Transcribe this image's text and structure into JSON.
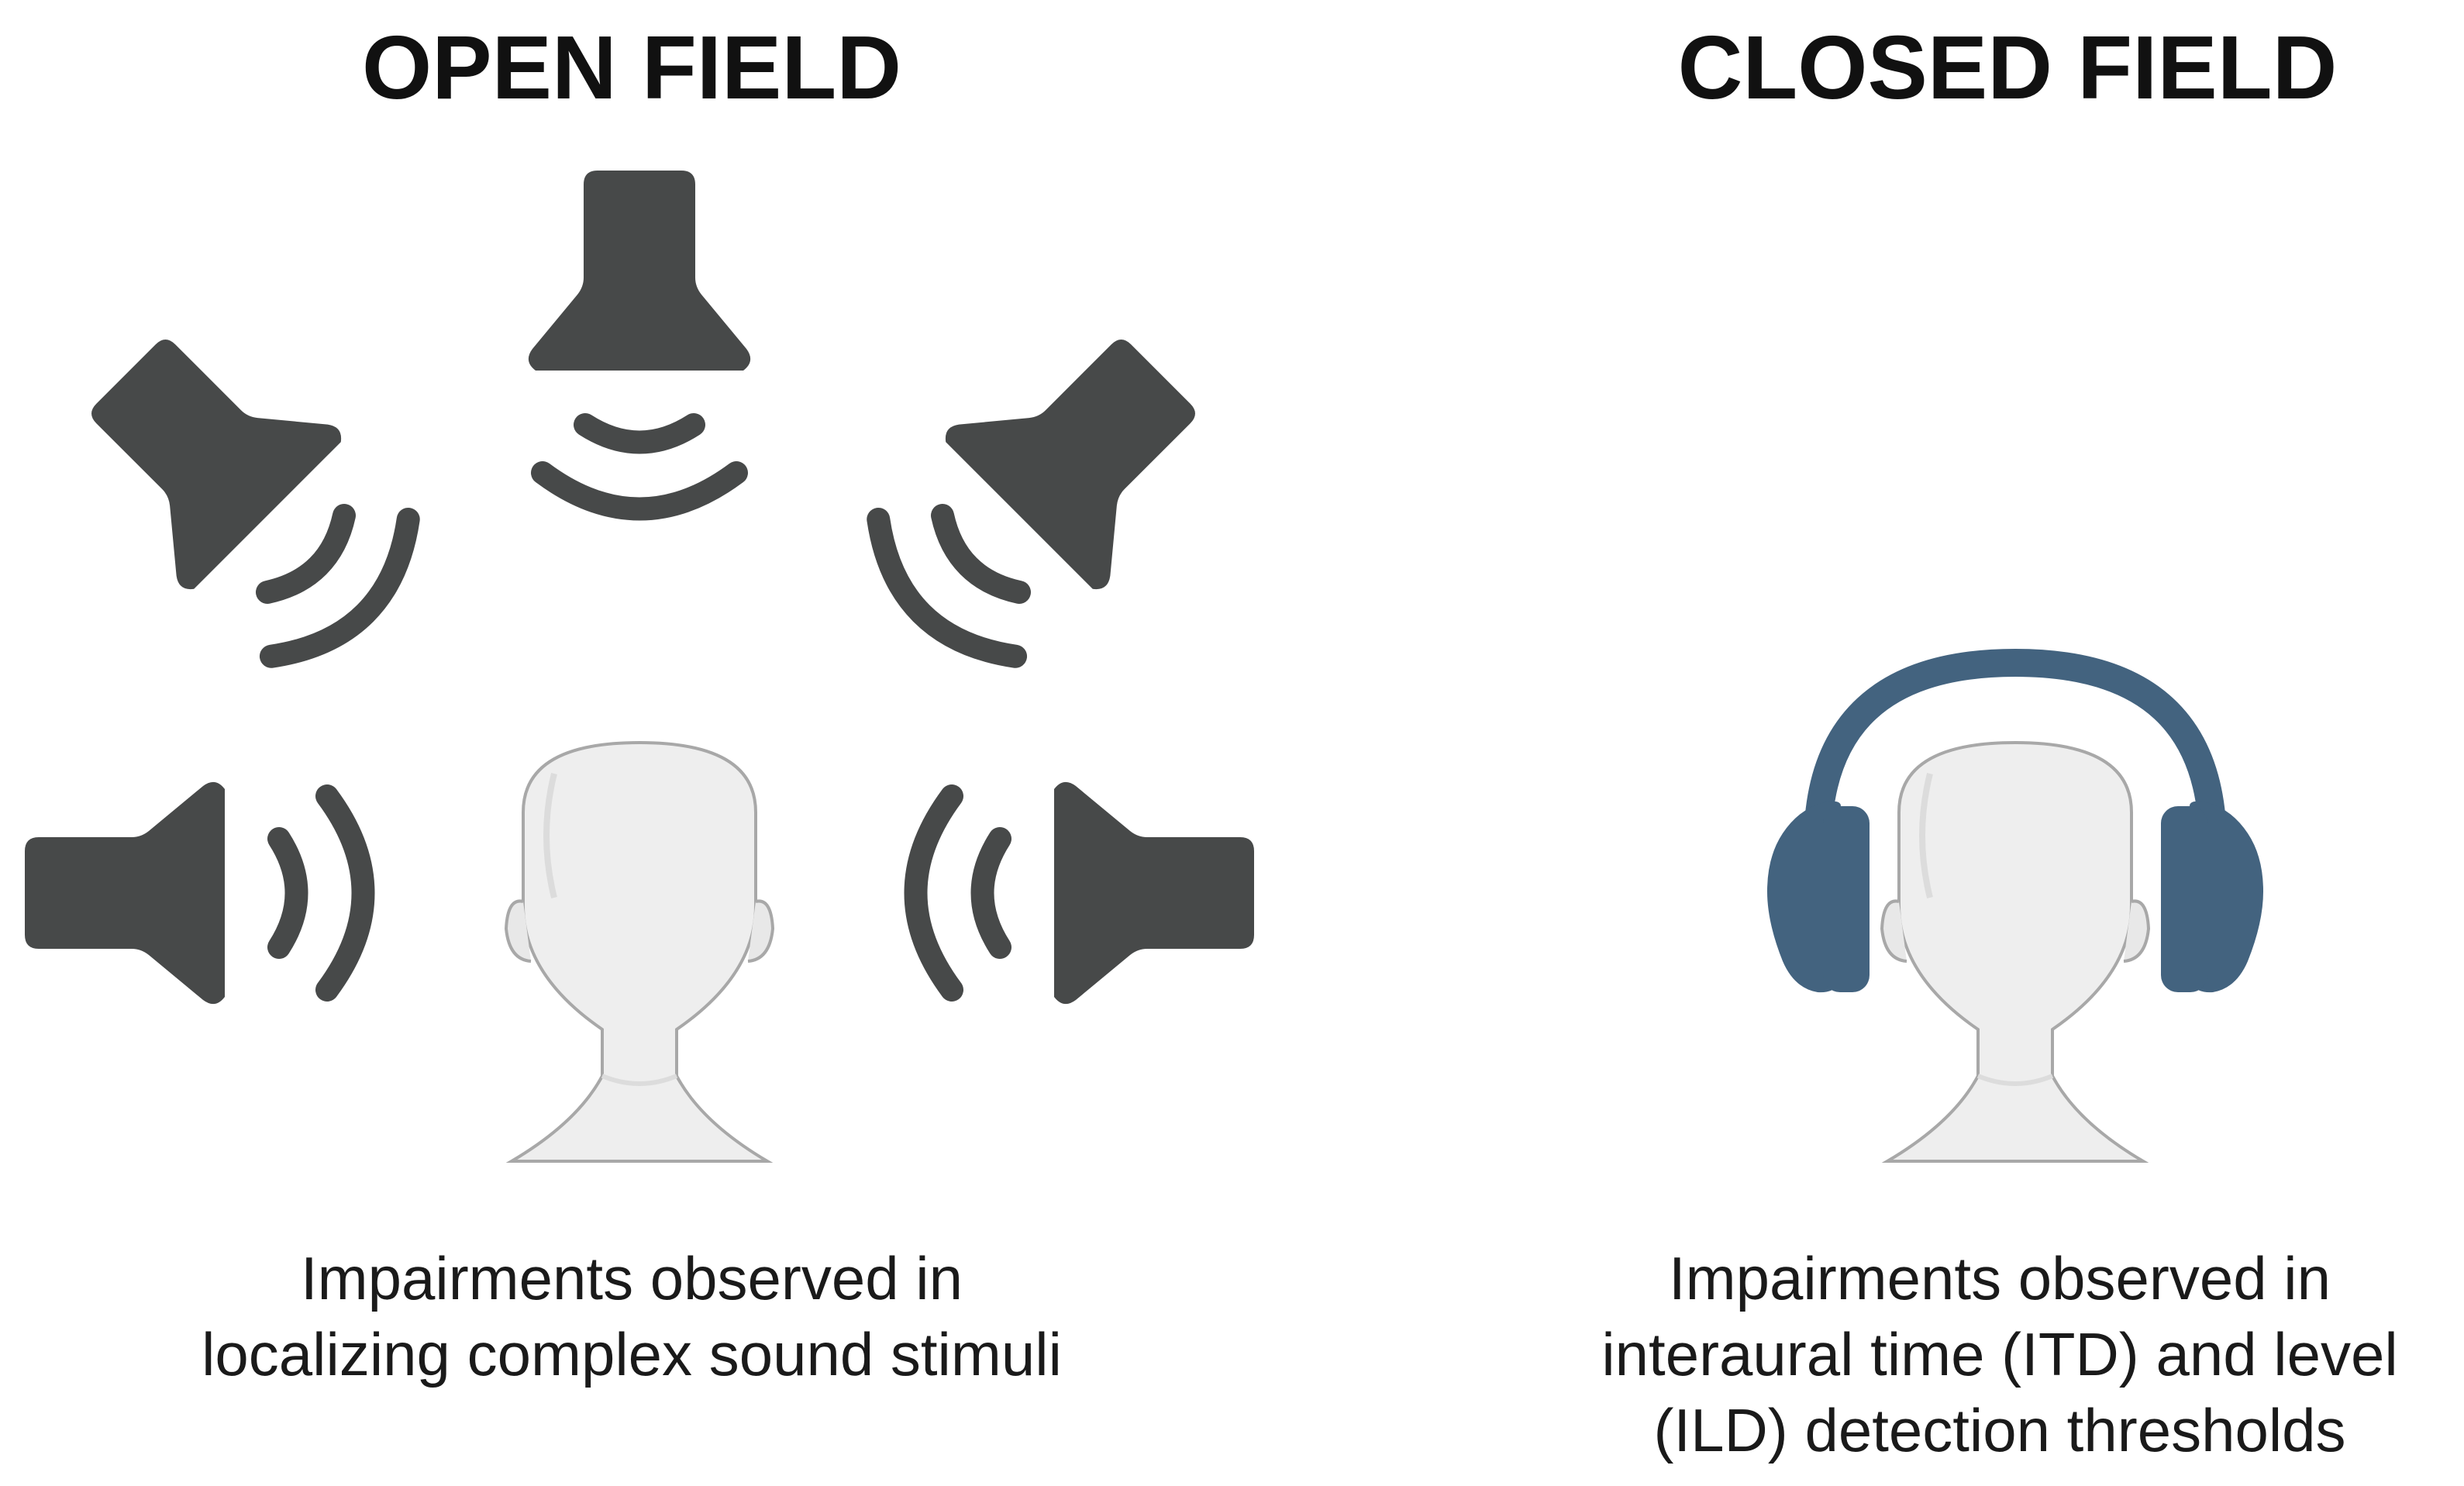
{
  "open_field": {
    "title": "OPEN FIELD",
    "caption_lines": [
      "Impairments observed in",
      "localizing complex sound stimuli"
    ],
    "icons": [
      "speaker-icon",
      "sound-wave-icon",
      "head-back-icon"
    ]
  },
  "closed_field": {
    "title": "CLOSED FIELD",
    "caption_lines": [
      "Impairments observed in",
      "interaural time (ITD) and level",
      "(ILD) detection thresholds"
    ],
    "icons": [
      "headphones-icon",
      "head-back-icon"
    ]
  },
  "colors": {
    "speaker": "#474949",
    "headphones": "#43637f",
    "head_fill": "#eeeeee",
    "head_stroke": "#a8a8a8",
    "text": "#111111"
  }
}
